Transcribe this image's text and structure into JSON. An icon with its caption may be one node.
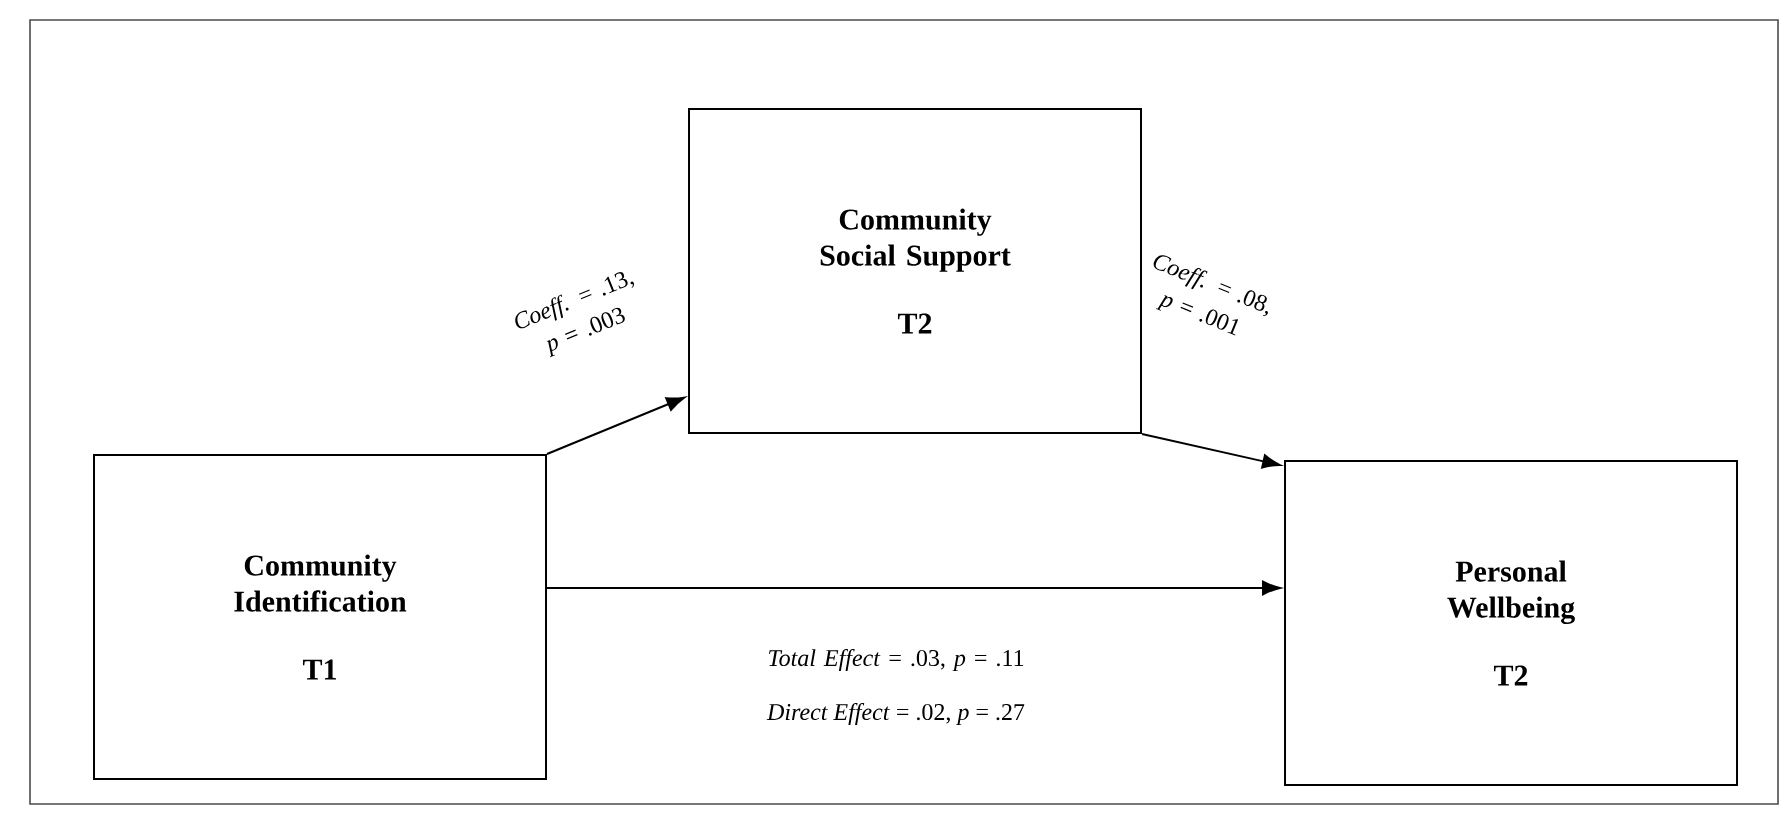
{
  "diagram": {
    "nodes": [
      {
        "text": [
          "Community Identification",
          "T1"
        ]
      },
      {
        "text": [
          "Community Social Support",
          "T2"
        ]
      },
      {
        "text": [
          "Personal Wellbeing",
          "T2"
        ]
      }
    ],
    "edges": [
      {
        "from": 0,
        "to": 1,
        "arrow": "to",
        "label": "*Coeff.* = .13, *p* = .003"
      },
      {
        "from": 1,
        "to": 2,
        "arrow": "to",
        "label": "*Coeff.* = .08, *p* = .001"
      },
      {
        "from": 0,
        "to": 2,
        "arrow": "to",
        "label": "*Total Effect* = .03, *p* = .11"
      }
    ],
    "labels": [
      "*Direct Effect* = .02, *p* = .27"
    ]
  }
}
